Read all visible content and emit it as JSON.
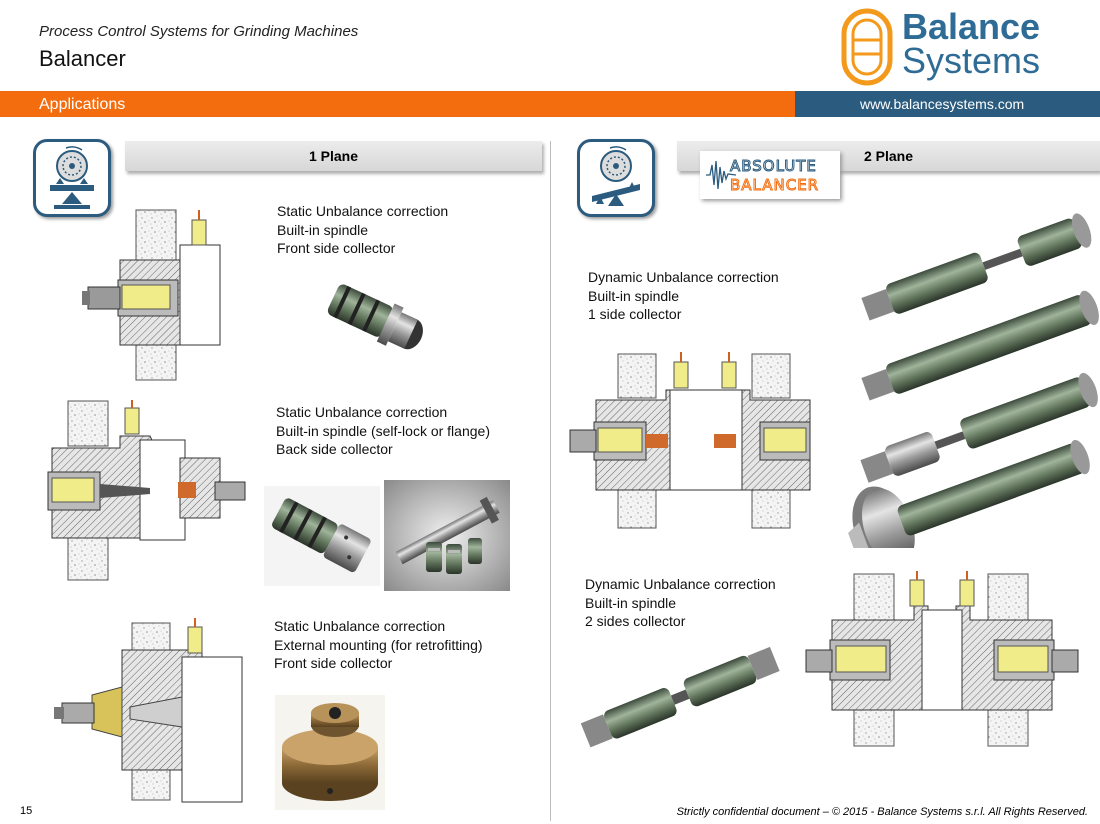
{
  "header": {
    "subtitle": "Process Control Systems for Grinding Machines",
    "title": "Balancer",
    "logo_line1": "Balance",
    "logo_line2": "Systems"
  },
  "band": {
    "section": "Applications",
    "url": "www.balancesystems.com"
  },
  "left": {
    "plane_label": "1 Plane",
    "items": [
      {
        "line1": "Static Unbalance correction",
        "line2": "Built-in spindle",
        "line3": "Front side collector"
      },
      {
        "line1": "Static Unbalance correction",
        "line2": "Built-in spindle (self-lock or flange)",
        "line3": "Back side collector"
      },
      {
        "line1": "Static Unbalance correction",
        "line2": "External mounting (for retrofitting)",
        "line3": "Front side collector"
      }
    ]
  },
  "right": {
    "plane_label": "2 Plane",
    "badge_line1": "ABSOLUTE",
    "badge_line2": "BALANCER",
    "items": [
      {
        "line1": "Dynamic Unbalance correction",
        "line2": "Built-in spindle",
        "line3": "1 side collector"
      },
      {
        "line1": "Dynamic Unbalance correction",
        "line2": "Built-in spindle",
        "line3": "2 sides collector"
      }
    ]
  },
  "footer": {
    "page_number": "15",
    "confidential": "Strictly confidential document – © 2015 - Balance Systems s.r.l. All Rights Reserved."
  },
  "colors": {
    "orange": "#f36d0e",
    "blue": "#2b5b7e",
    "logo_orange": "#f39a1c"
  }
}
